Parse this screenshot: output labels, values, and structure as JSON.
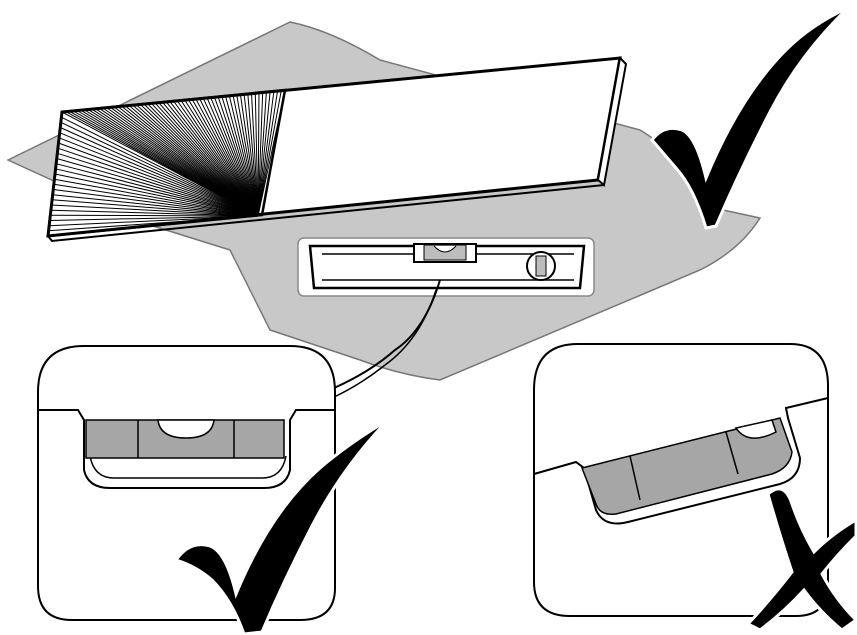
{
  "figure": {
    "scene": "device-level-check",
    "panels": [
      {
        "id": "main",
        "subject": "device-on-mat-with-spirit-level",
        "verdict": "correct"
      },
      {
        "id": "zoom-left",
        "subject": "bubble-centered",
        "verdict": "correct"
      },
      {
        "id": "zoom-right",
        "subject": "bubble-off-center",
        "verdict": "incorrect"
      }
    ],
    "colors": {
      "line": "#000000",
      "mat": "#c8c8c8",
      "vial": "#a6a6a6",
      "vial_light": "#bdbdbd",
      "background": "#ffffff"
    },
    "icons": [
      "checkmark-icon",
      "checkmark-icon",
      "cross-icon"
    ]
  }
}
